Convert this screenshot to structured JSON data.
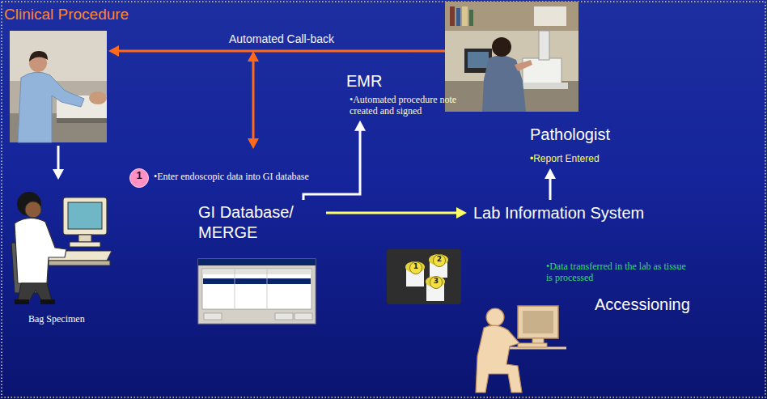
{
  "diagram": {
    "nodes": [
      {
        "text": [
          "Clinical Procedure"
        ]
      },
      {
        "text": [
          "Pathologist",
          "•Report Entered"
        ]
      },
      {
        "text": [
          "EMR",
          "•Automated procedure note created and signed"
        ]
      },
      {
        "text": [
          "Bag Specimen"
        ]
      },
      {
        "text": [
          "GI Database/ MERGE"
        ]
      },
      {
        "text": [
          "Lab Information System"
        ]
      }
    ],
    "edges": [
      {
        "from": 1,
        "to": 0,
        "label": "Automated Call-back",
        "arrow": "to"
      },
      {
        "from": 0,
        "to": 3,
        "arrow": "to"
      },
      {
        "from": 4,
        "to": 2,
        "arrow": "to"
      },
      {
        "from": 4,
        "to": 5,
        "arrow": "to"
      },
      {
        "from": 5,
        "to": 1,
        "arrow": "to"
      }
    ],
    "labels": [
      "1",
      "•Enter endoscopic data into GI database",
      "1",
      "2",
      "3",
      "•Data transferred in the lab as tissue is processed",
      "Accessioning"
    ]
  }
}
